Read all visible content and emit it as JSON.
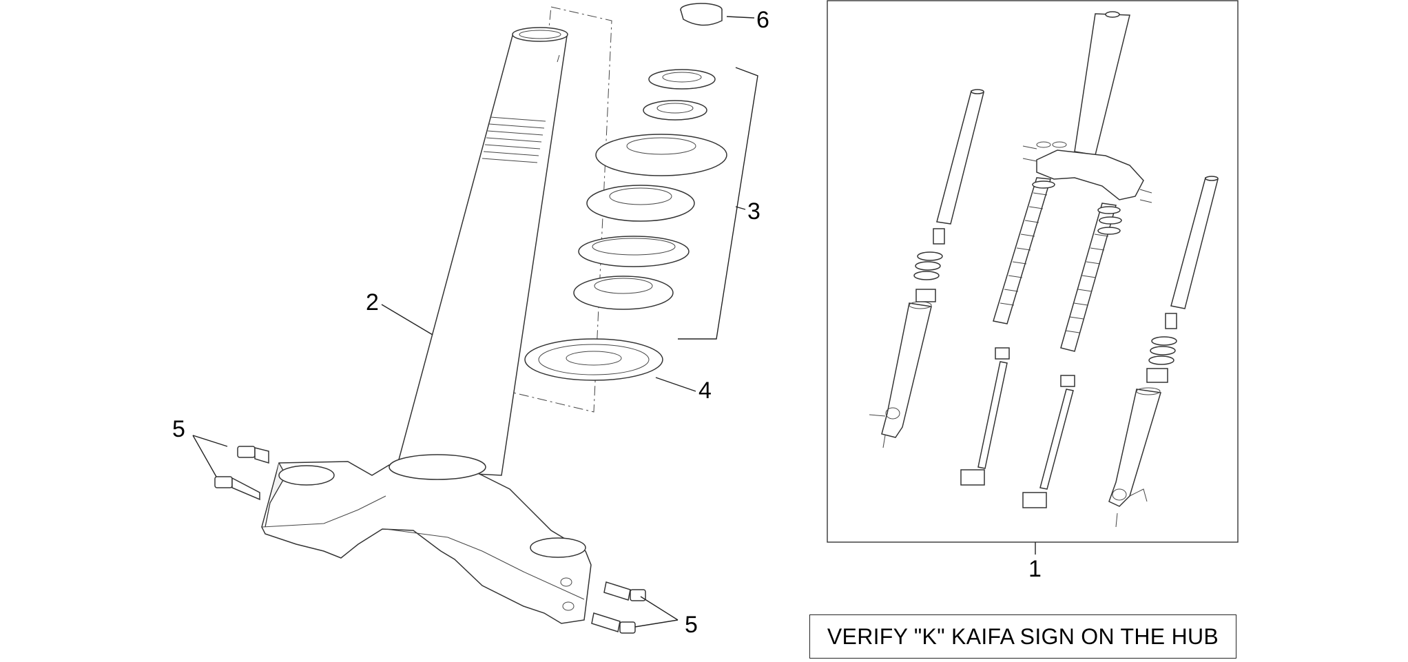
{
  "callouts": {
    "c1": "1",
    "c2": "2",
    "c3": "3",
    "c4": "4",
    "c5a": "5",
    "c5b": "5",
    "c6": "6"
  },
  "note": {
    "text": "VERIFY \"K\" KAIFA SIGN ON THE HUB"
  }
}
